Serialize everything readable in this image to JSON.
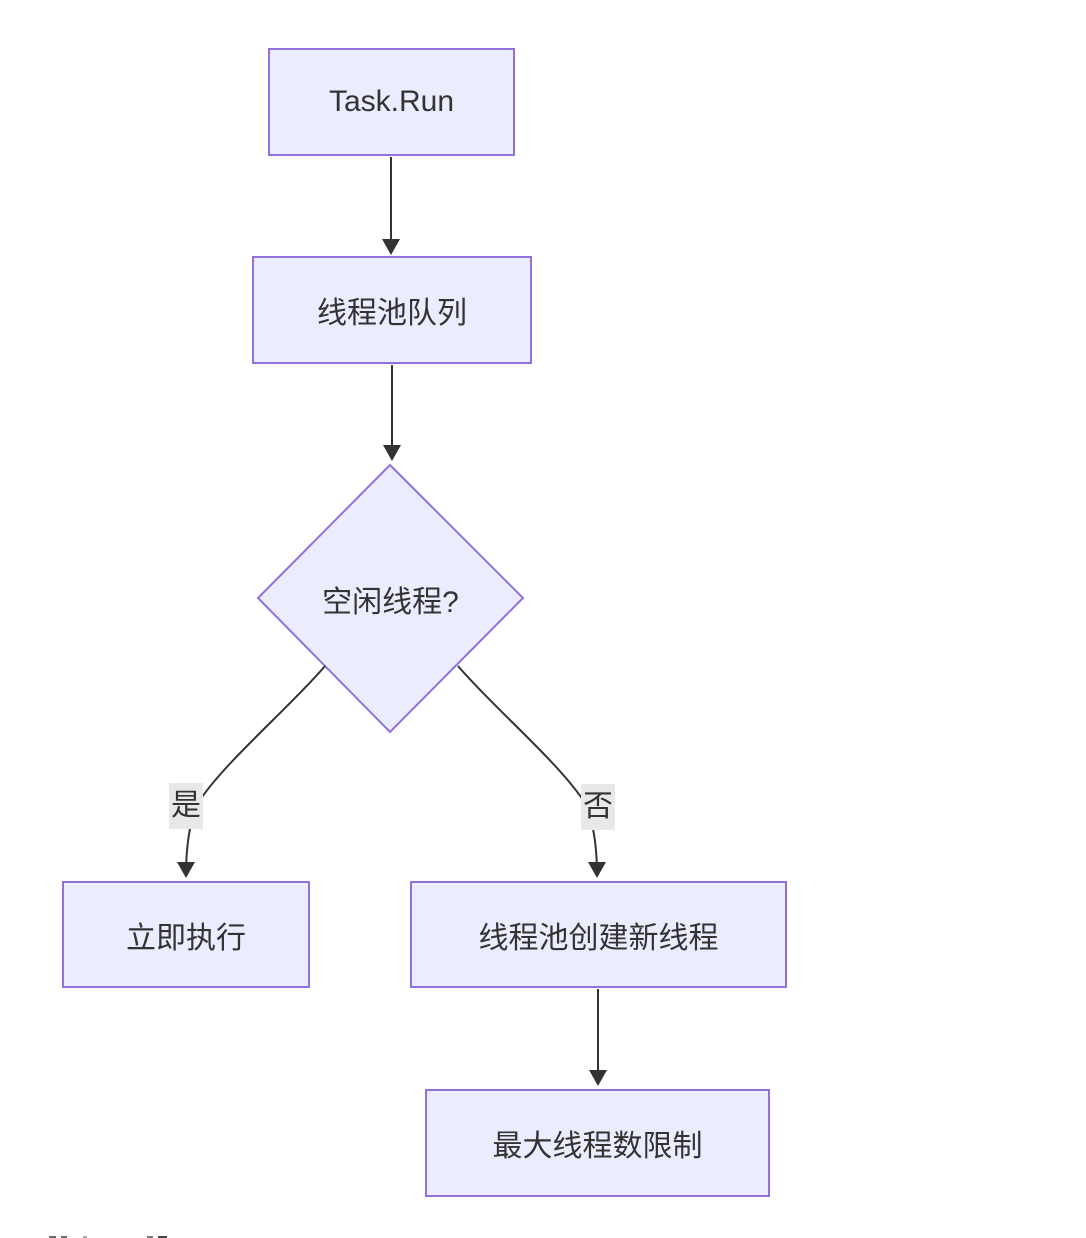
{
  "diagram": {
    "type": "flowchart",
    "direction": "top-down",
    "background": "#ffffff",
    "theme": {
      "node_fill": "#ECECFF",
      "node_border": "#9370DB",
      "node_text": "#333333",
      "edge_color": "#333333",
      "edge_label_bg": "#e8e8e8",
      "edge_label_text": "#333333"
    },
    "nodes": [
      {
        "id": "task_run",
        "shape": "rectangle",
        "label": "Task.Run"
      },
      {
        "id": "thread_pool_queue",
        "shape": "rectangle",
        "label": "线程池队列"
      },
      {
        "id": "idle_thread",
        "shape": "diamond",
        "label": "空闲线程?"
      },
      {
        "id": "execute_immediately",
        "shape": "rectangle",
        "label": "立即执行"
      },
      {
        "id": "create_new_thread",
        "shape": "rectangle",
        "label": "线程池创建新线程"
      },
      {
        "id": "max_thread_limit",
        "shape": "rectangle",
        "label": "最大线程数限制"
      }
    ],
    "edges": [
      {
        "from": "task_run",
        "to": "thread_pool_queue",
        "label": ""
      },
      {
        "from": "thread_pool_queue",
        "to": "idle_thread",
        "label": ""
      },
      {
        "from": "idle_thread",
        "to": "execute_immediately",
        "label": "是"
      },
      {
        "from": "idle_thread",
        "to": "create_new_thread",
        "label": "否"
      },
      {
        "from": "create_new_thread",
        "to": "max_thread_limit",
        "label": ""
      }
    ]
  }
}
